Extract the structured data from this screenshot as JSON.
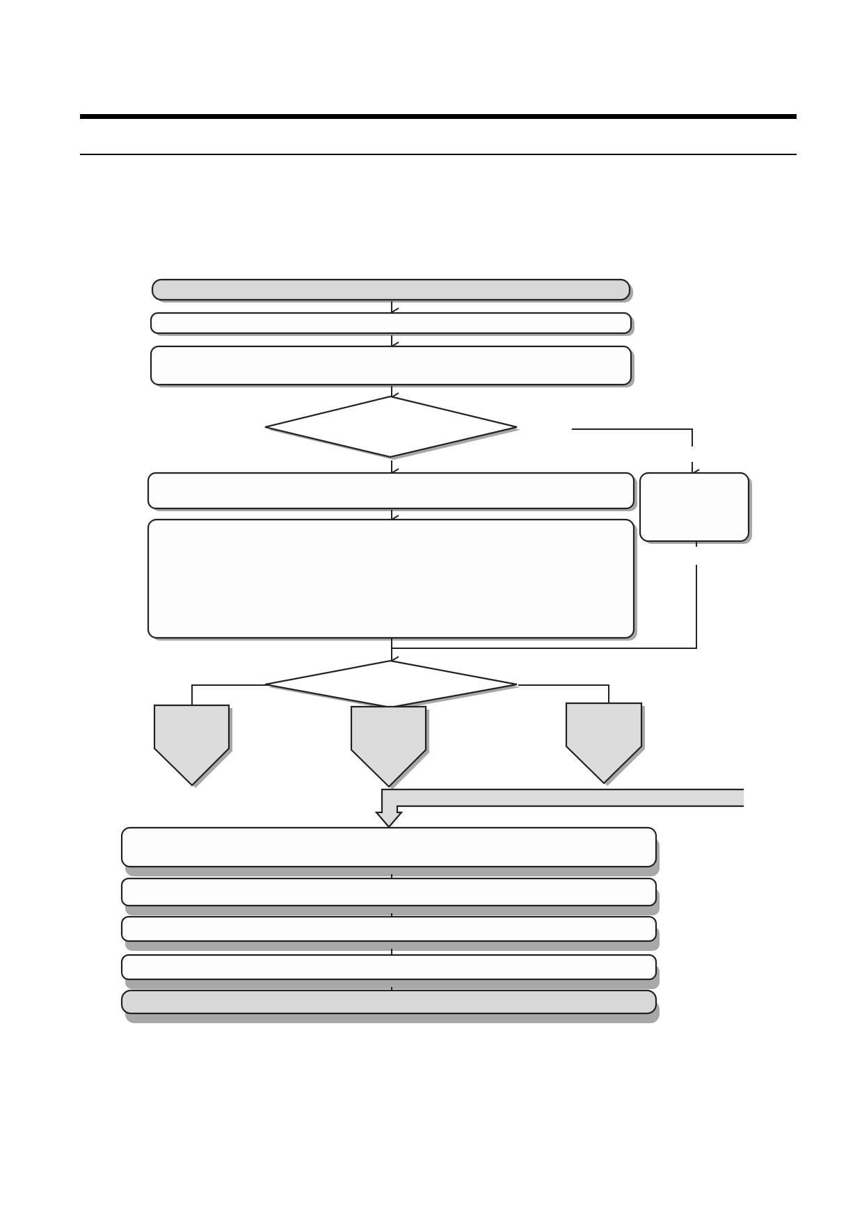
{
  "header": {
    "title": "",
    "subtitle": ""
  },
  "diagram": {
    "nodes": [
      {
        "id": "start",
        "label": ""
      },
      {
        "id": "step-1",
        "label": ""
      },
      {
        "id": "step-2",
        "label": ""
      },
      {
        "id": "decision-1",
        "label": ""
      },
      {
        "id": "branch-box",
        "label": ""
      },
      {
        "id": "step-3",
        "label": ""
      },
      {
        "id": "step-4",
        "label": ""
      },
      {
        "id": "decision-2",
        "label": ""
      },
      {
        "id": "outcome-left",
        "label": ""
      },
      {
        "id": "outcome-center",
        "label": ""
      },
      {
        "id": "outcome-right",
        "label": ""
      },
      {
        "id": "step-5",
        "label": ""
      },
      {
        "id": "step-6",
        "label": ""
      },
      {
        "id": "step-7",
        "label": ""
      },
      {
        "id": "step-8",
        "label": ""
      },
      {
        "id": "end",
        "label": ""
      }
    ],
    "colors": {
      "stroke": "#222222",
      "terminal_fill": "#d8d8d8",
      "box_fill": "#fdfdfd",
      "shadow": "#a8a8a8"
    }
  }
}
